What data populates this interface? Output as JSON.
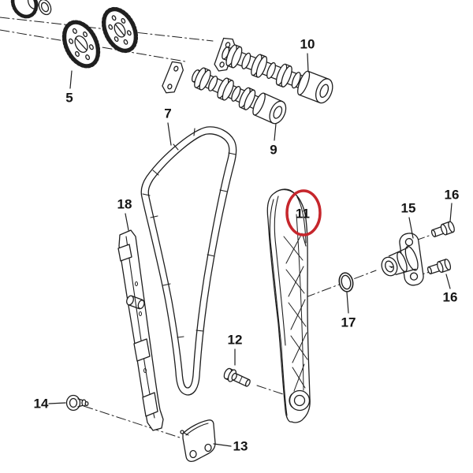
{
  "diagram": {
    "background": "#ffffff",
    "line_color": "#1f1f1f",
    "label_color": "#141414",
    "highlight_color": "#c6262c",
    "highlighted_part": "11",
    "labels": {
      "p5": "5",
      "p7": "7",
      "p9": "9",
      "p10": "10",
      "p11": "11",
      "p12": "12",
      "p13": "13",
      "p14": "14",
      "p15": "15",
      "p16_top": "16",
      "p16_bottom": "16",
      "p17": "17",
      "p18": "18"
    }
  }
}
